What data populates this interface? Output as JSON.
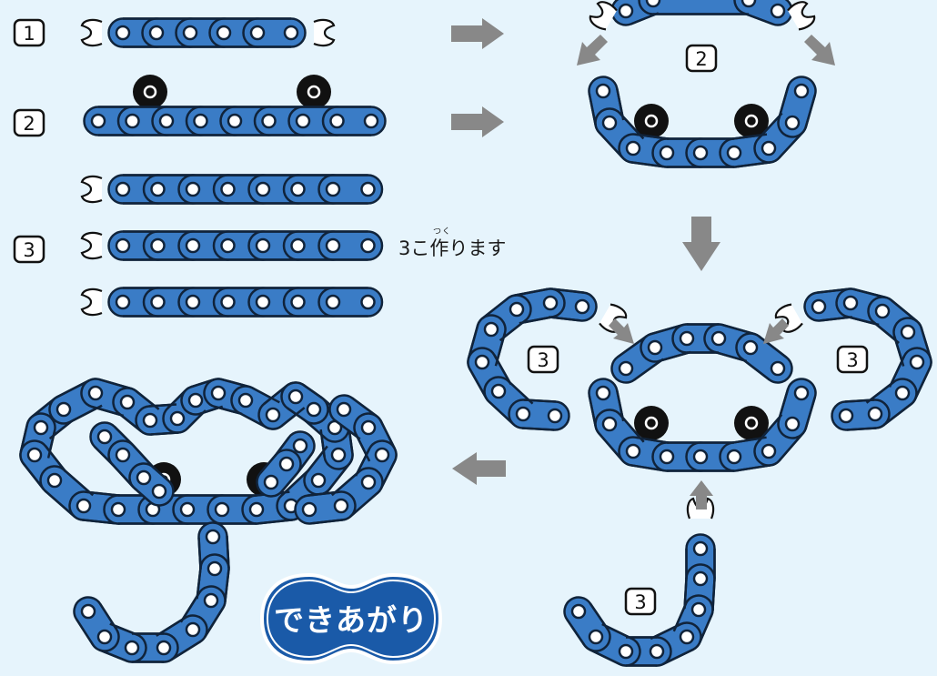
{
  "steps": {
    "step1_badge": "1",
    "step2_badge": "2",
    "step3_badge": "3"
  },
  "note": {
    "text": "3こ作ります",
    "ruby": "つく"
  },
  "diagram_badges": {
    "top_assembly": "2",
    "left_loop": "3",
    "right_loop": "3",
    "bottom_tail": "3"
  },
  "completed_label": "できあがり",
  "colors": {
    "background": "#e6f4fc",
    "chain_fill": "#3a7cc6",
    "chain_stroke": "#10233a",
    "pin_fill": "#ffffff",
    "roller": "#111111",
    "arrow": "#888888",
    "badge_fill": "#1a5aa8"
  },
  "icons": [
    "chain-segment",
    "clip-end",
    "roller-gear",
    "arrow-right",
    "arrow-down",
    "arrow-left",
    "arrow-up"
  ]
}
